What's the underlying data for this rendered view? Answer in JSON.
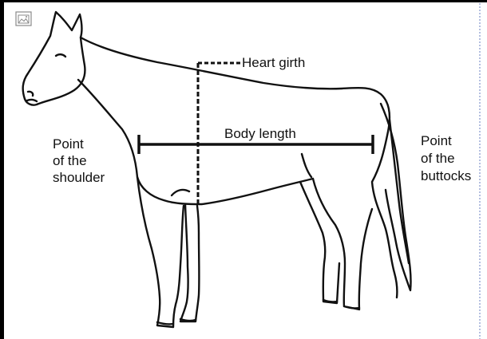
{
  "labels": {
    "heart_girth": "Heart girth",
    "body_length": "Body length",
    "shoulder": [
      "Point",
      "of the",
      "shoulder"
    ],
    "buttocks": [
      "Point",
      "of the",
      "buttocks"
    ]
  },
  "icons": {
    "corner": "image-placeholder-icon"
  },
  "colors": {
    "ink": "#111111",
    "frame": "#000000",
    "dotted_margin": "#6a7fc0"
  }
}
